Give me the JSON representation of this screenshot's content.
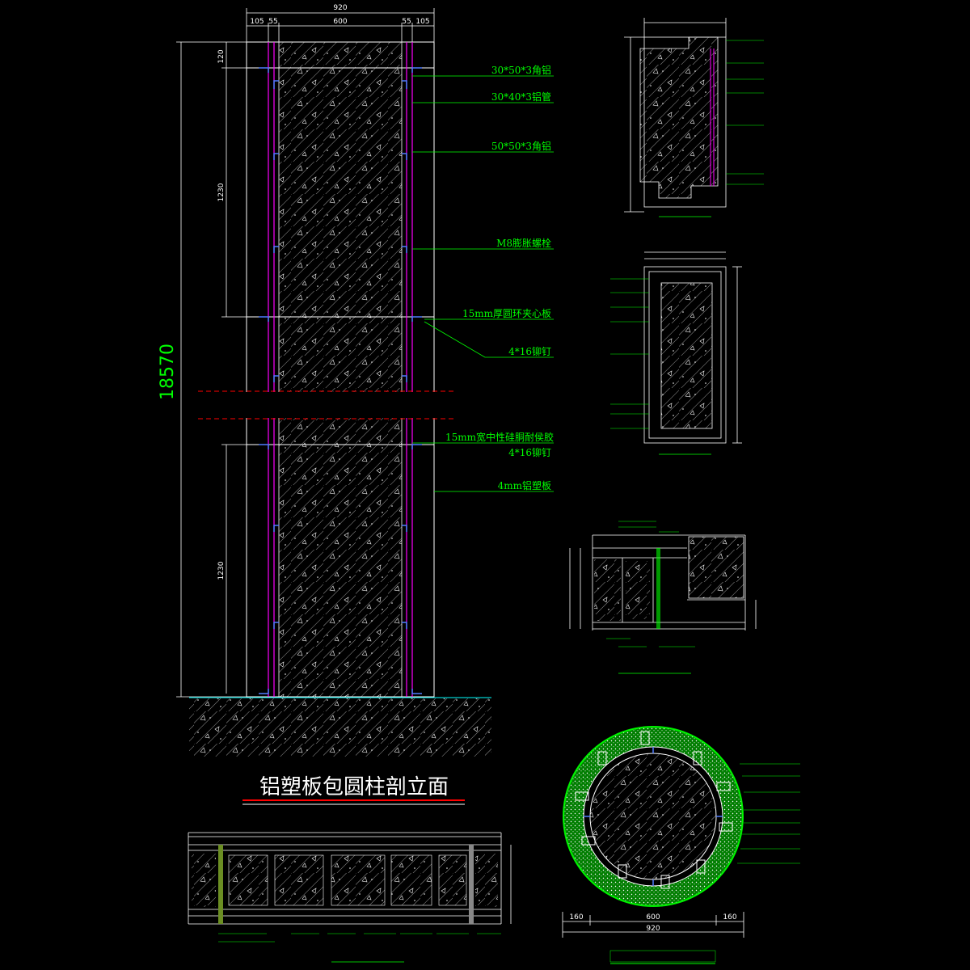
{
  "main_title": "铝塑板包圆柱剖立面",
  "overall_height": "18570",
  "top_dims": {
    "total": "920",
    "parts": [
      "105",
      "55",
      "600",
      "55",
      "105"
    ]
  },
  "side_dims": [
    "120",
    "1230",
    "1230"
  ],
  "callouts": [
    "30*50*3角铝",
    "30*40*3铝管",
    "50*50*3角铝",
    "M8膨胀螺栓",
    "15mm厚圆环夹心板",
    "4*16铆钉",
    "15mm宽中性硅胴耐侯胶",
    "4*16铆钉",
    "4mm铝塑板"
  ],
  "plan_dims": {
    "left": "160",
    "center": "600",
    "right": "160",
    "total": "920"
  },
  "colors": {
    "background": "#000000",
    "annotation": "#00ff00",
    "structure": "#ff00ff",
    "title_underline": "#ff0000",
    "lines": "#ffffff"
  }
}
